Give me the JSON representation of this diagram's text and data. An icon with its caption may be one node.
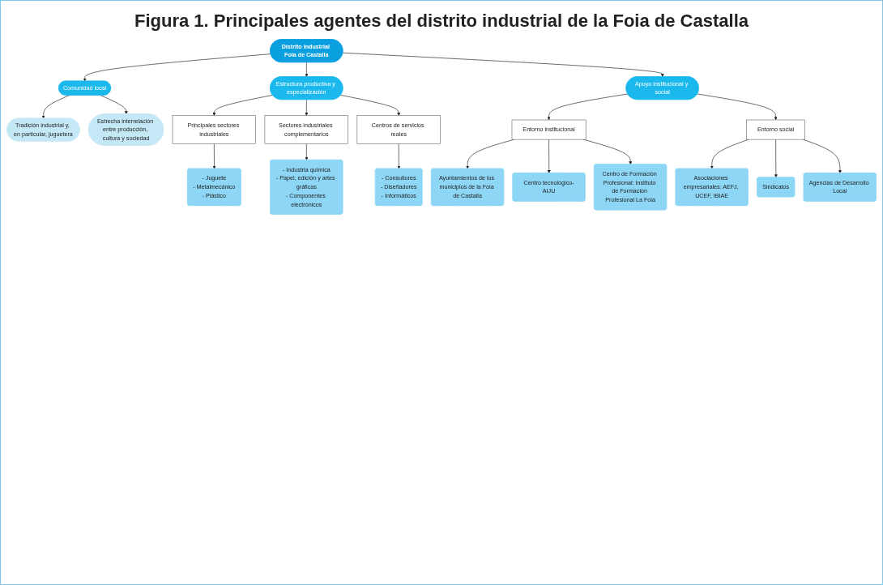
{
  "diagram": {
    "title": "Figura 1. Principales agentes del distrito industrial de la Foia de Castalla",
    "nodes": [
      {
        "text": [
          "Distrito industrial Foia de Castalla"
        ]
      },
      {
        "text": [
          "Comunidad local"
        ]
      },
      {
        "text": [
          "Tradición industrial y, en particular, juguetera"
        ]
      },
      {
        "text": [
          "Estrecha interrelación entre producción, cultura y sociedad"
        ]
      },
      {
        "text": [
          "Estructura productiva y especialización"
        ]
      },
      {
        "text": [
          "Principales sectores industriales"
        ]
      },
      {
        "text": [
          "- Juguete",
          "- Metalmecánico",
          "- Plástico"
        ]
      },
      {
        "text": [
          "Sectores industriales complementarios"
        ]
      },
      {
        "text": [
          "- Industria química",
          "- Papel, edición y artes gráficas",
          "- Componentes electrónicos"
        ]
      },
      {
        "text": [
          "Centros de servicios reales"
        ]
      },
      {
        "text": [
          "- Consultores",
          "- Diseñadores",
          "- Informáticos"
        ]
      },
      {
        "text": [
          "Apoyo institucional y social"
        ]
      },
      {
        "text": [
          "Entorno institucional"
        ]
      },
      {
        "text": [
          "Entorno social"
        ]
      },
      {
        "text": [
          "Ayuntamientos de los municipios de la Foia de Castalla"
        ]
      },
      {
        "text": [
          "Centro tecnológico-AIJU"
        ]
      },
      {
        "text": [
          "Centro de Formación Profesional: Instituto de Formación Profesional La Foia"
        ]
      },
      {
        "text": [
          "Asociaciones empresariales: AEFJ, UCEF, IBIAE"
        ]
      },
      {
        "text": [
          "Sindicatos"
        ]
      },
      {
        "text": [
          "Agencias de Desarrollo Local"
        ]
      }
    ],
    "edges": [
      {
        "from": 0,
        "to": 1,
        "arrow": "to"
      },
      {
        "from": 0,
        "to": 4,
        "arrow": "to"
      },
      {
        "from": 0,
        "to": 11,
        "arrow": "to"
      },
      {
        "from": 1,
        "to": 2,
        "arrow": "to"
      },
      {
        "from": 1,
        "to": 3,
        "arrow": "to"
      },
      {
        "from": 4,
        "to": 5,
        "arrow": "to"
      },
      {
        "from": 4,
        "to": 7,
        "arrow": "to"
      },
      {
        "from": 4,
        "to": 9,
        "arrow": "to"
      },
      {
        "from": 5,
        "to": 6,
        "arrow": "to"
      },
      {
        "from": 7,
        "to": 8,
        "arrow": "to"
      },
      {
        "from": 9,
        "to": 10,
        "arrow": "to"
      },
      {
        "from": 11,
        "to": 12,
        "arrow": "to"
      },
      {
        "from": 11,
        "to": 13,
        "arrow": "to"
      },
      {
        "from": 12,
        "to": 14,
        "arrow": "to"
      },
      {
        "from": 12,
        "to": 15,
        "arrow": "to"
      },
      {
        "from": 12,
        "to": 16,
        "arrow": "to"
      },
      {
        "from": 13,
        "to": 17,
        "arrow": "to"
      },
      {
        "from": 13,
        "to": 18,
        "arrow": "to"
      },
      {
        "from": 13,
        "to": 19,
        "arrow": "to"
      }
    ]
  }
}
